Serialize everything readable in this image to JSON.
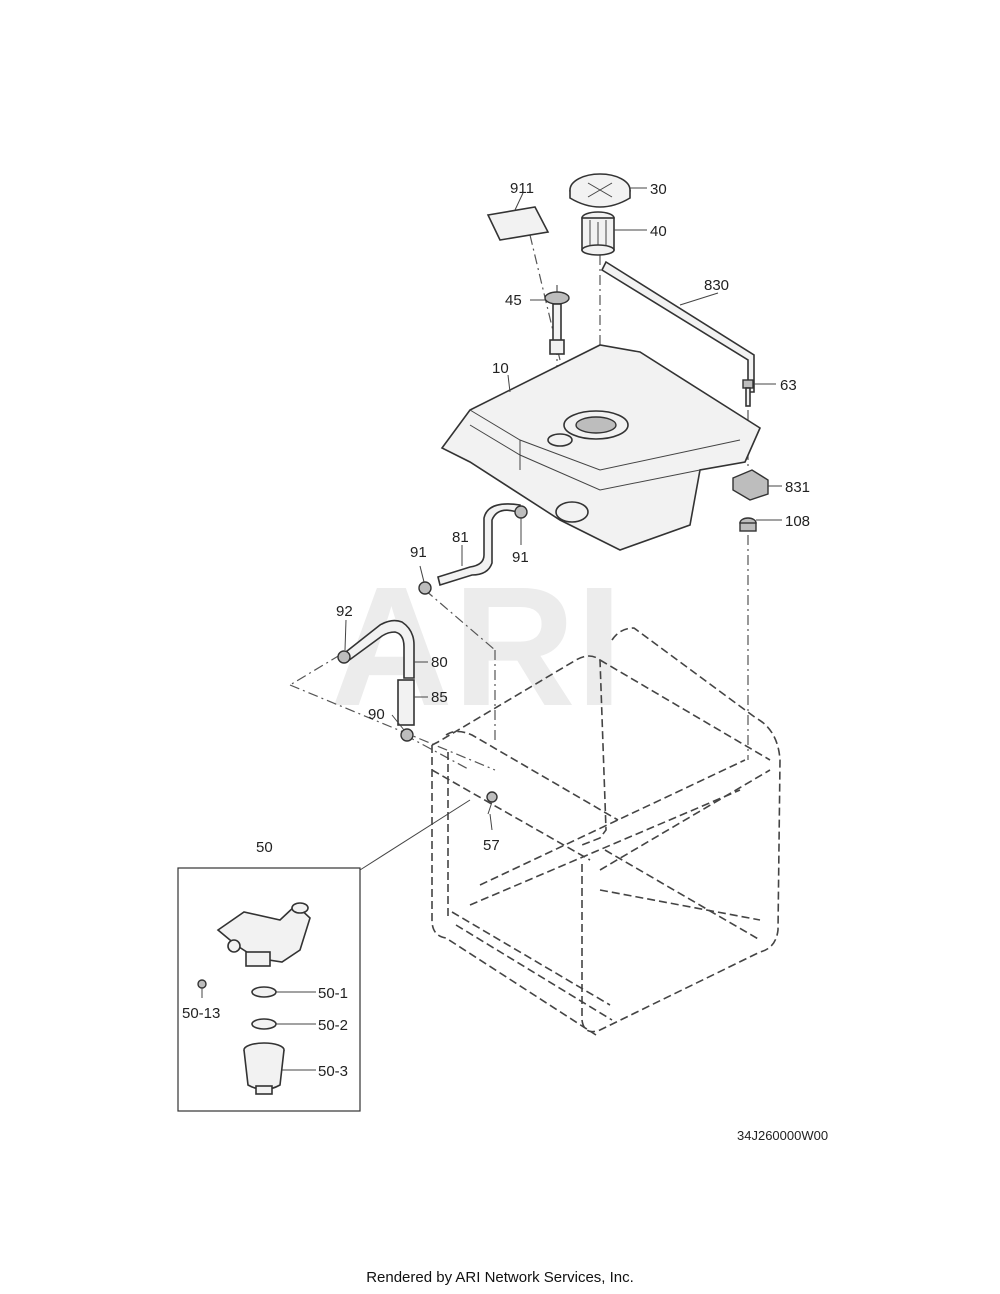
{
  "watermark": "ARI",
  "callouts": {
    "c911": "911",
    "c30": "30",
    "c40": "40",
    "c45": "45",
    "c830": "830",
    "c10": "10",
    "c63": "63",
    "c831": "831",
    "c108": "108",
    "c81": "81",
    "c91a": "91",
    "c91b": "91",
    "c92": "92",
    "c80": "80",
    "c85": "85",
    "c90": "90",
    "c57": "57",
    "c50": "50",
    "c50_1": "50-1",
    "c50_2": "50-2",
    "c50_3": "50-3",
    "c50_13": "50-13"
  },
  "drawing_number": "34J260000W00",
  "footer": "Rendered by ARI Network Services, Inc."
}
